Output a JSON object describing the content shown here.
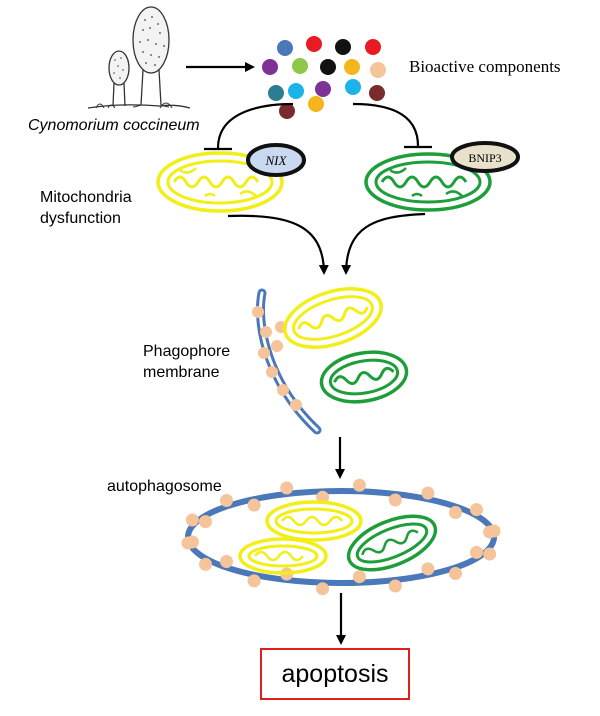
{
  "labels": {
    "plant": "Cynomorium coccineum",
    "bioactive": "Bioactive components",
    "nix": "NIX",
    "bnip3": "BNIP3",
    "mito_line1": "Mitochondria",
    "mito_line2": "dysfunction",
    "phago_line1": "Phagophore",
    "phago_line2": "membrane",
    "autophagosome": "autophagosome",
    "apoptosis": "apoptosis"
  },
  "colors": {
    "mito_yellow": "#f2ee16",
    "mito_green": "#1e9e3a",
    "membrane_blue": "#4a78b8",
    "bead_peach": "#f6c49a",
    "apoptosis_border": "#e21d1d",
    "nix_fill": "#c9d9f0",
    "bnip3_fill": "#e8e2cc",
    "dots": [
      "#4a78b8",
      "#e81b23",
      "#111111",
      "#e81b23",
      "#7e3296",
      "#8fc74a",
      "#111111",
      "#f5b51c",
      "#f6c49a",
      "#2b7d8f",
      "#1bb3e8",
      "#7e3296",
      "#1bb3e8",
      "#7a2b2b",
      "#f5b51c",
      "#7a2b2b"
    ]
  },
  "icons": {
    "plant": "cynomorium-plant-icon",
    "inhibit": "inhibition-tee-icon",
    "arrow": "arrow-icon"
  }
}
